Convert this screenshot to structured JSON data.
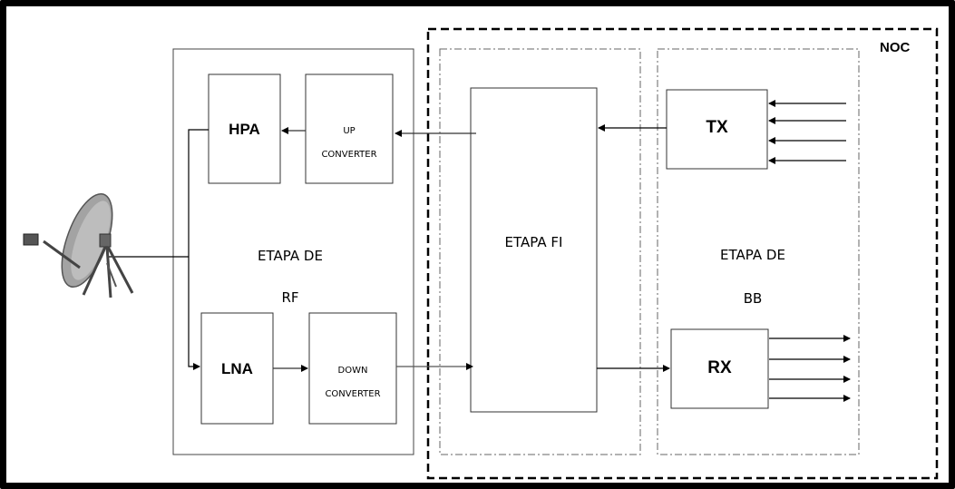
{
  "noc_label": "NOC",
  "rf_stage": {
    "line1": "ETAPA DE",
    "line2": "RF"
  },
  "fi_stage": {
    "label": "ETAPA FI"
  },
  "bb_stage": {
    "line1": "ETAPA DE",
    "line2": "BB"
  },
  "blocks": {
    "hpa": "HPA",
    "up_converter": {
      "line1": "UP",
      "line2": "CONVERTER"
    },
    "lna": "LNA",
    "down_converter": {
      "line1": "DOWN",
      "line2": "CONVERTER"
    },
    "tx": "TX",
    "rx": "RX"
  },
  "colors": {
    "line": "#000000",
    "stroke": "#333333",
    "dish": "#9a9a9a"
  }
}
